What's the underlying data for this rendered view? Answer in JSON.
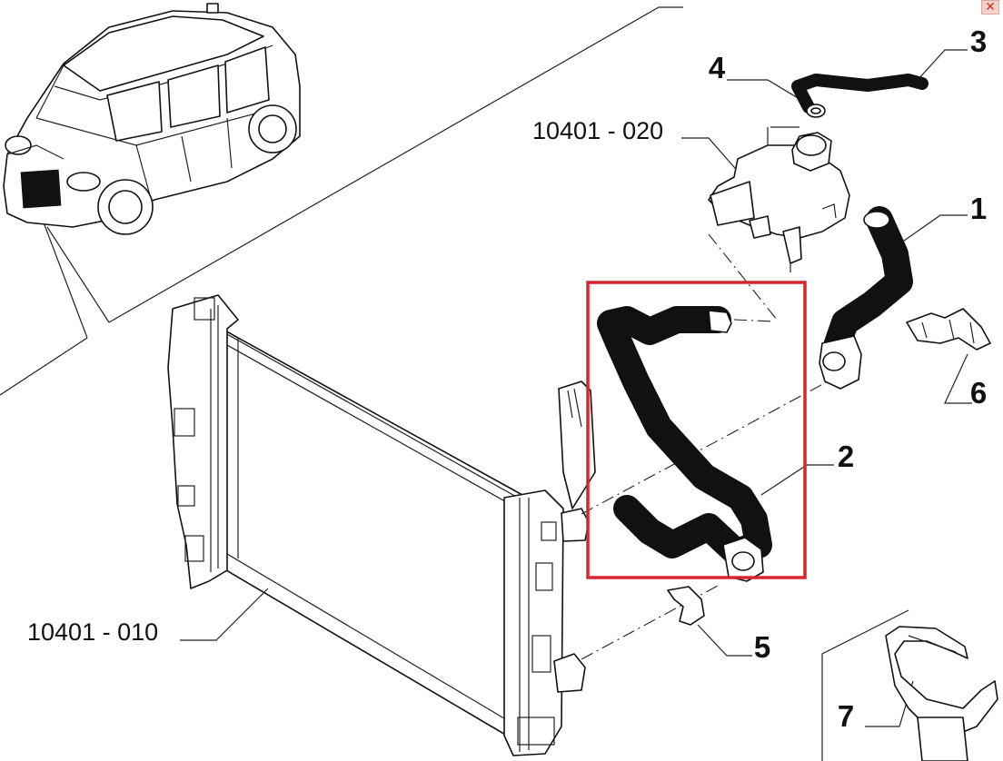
{
  "close_icon": "✕",
  "labels": {
    "part_1": "1",
    "part_2": "2",
    "part_3": "3",
    "part_4": "4",
    "part_5": "5",
    "part_6": "6",
    "part_7": "7",
    "expansion_tank_code": "10401 - 020",
    "radiator_code": "10401 - 010"
  },
  "highlight_color": "#d7262e"
}
